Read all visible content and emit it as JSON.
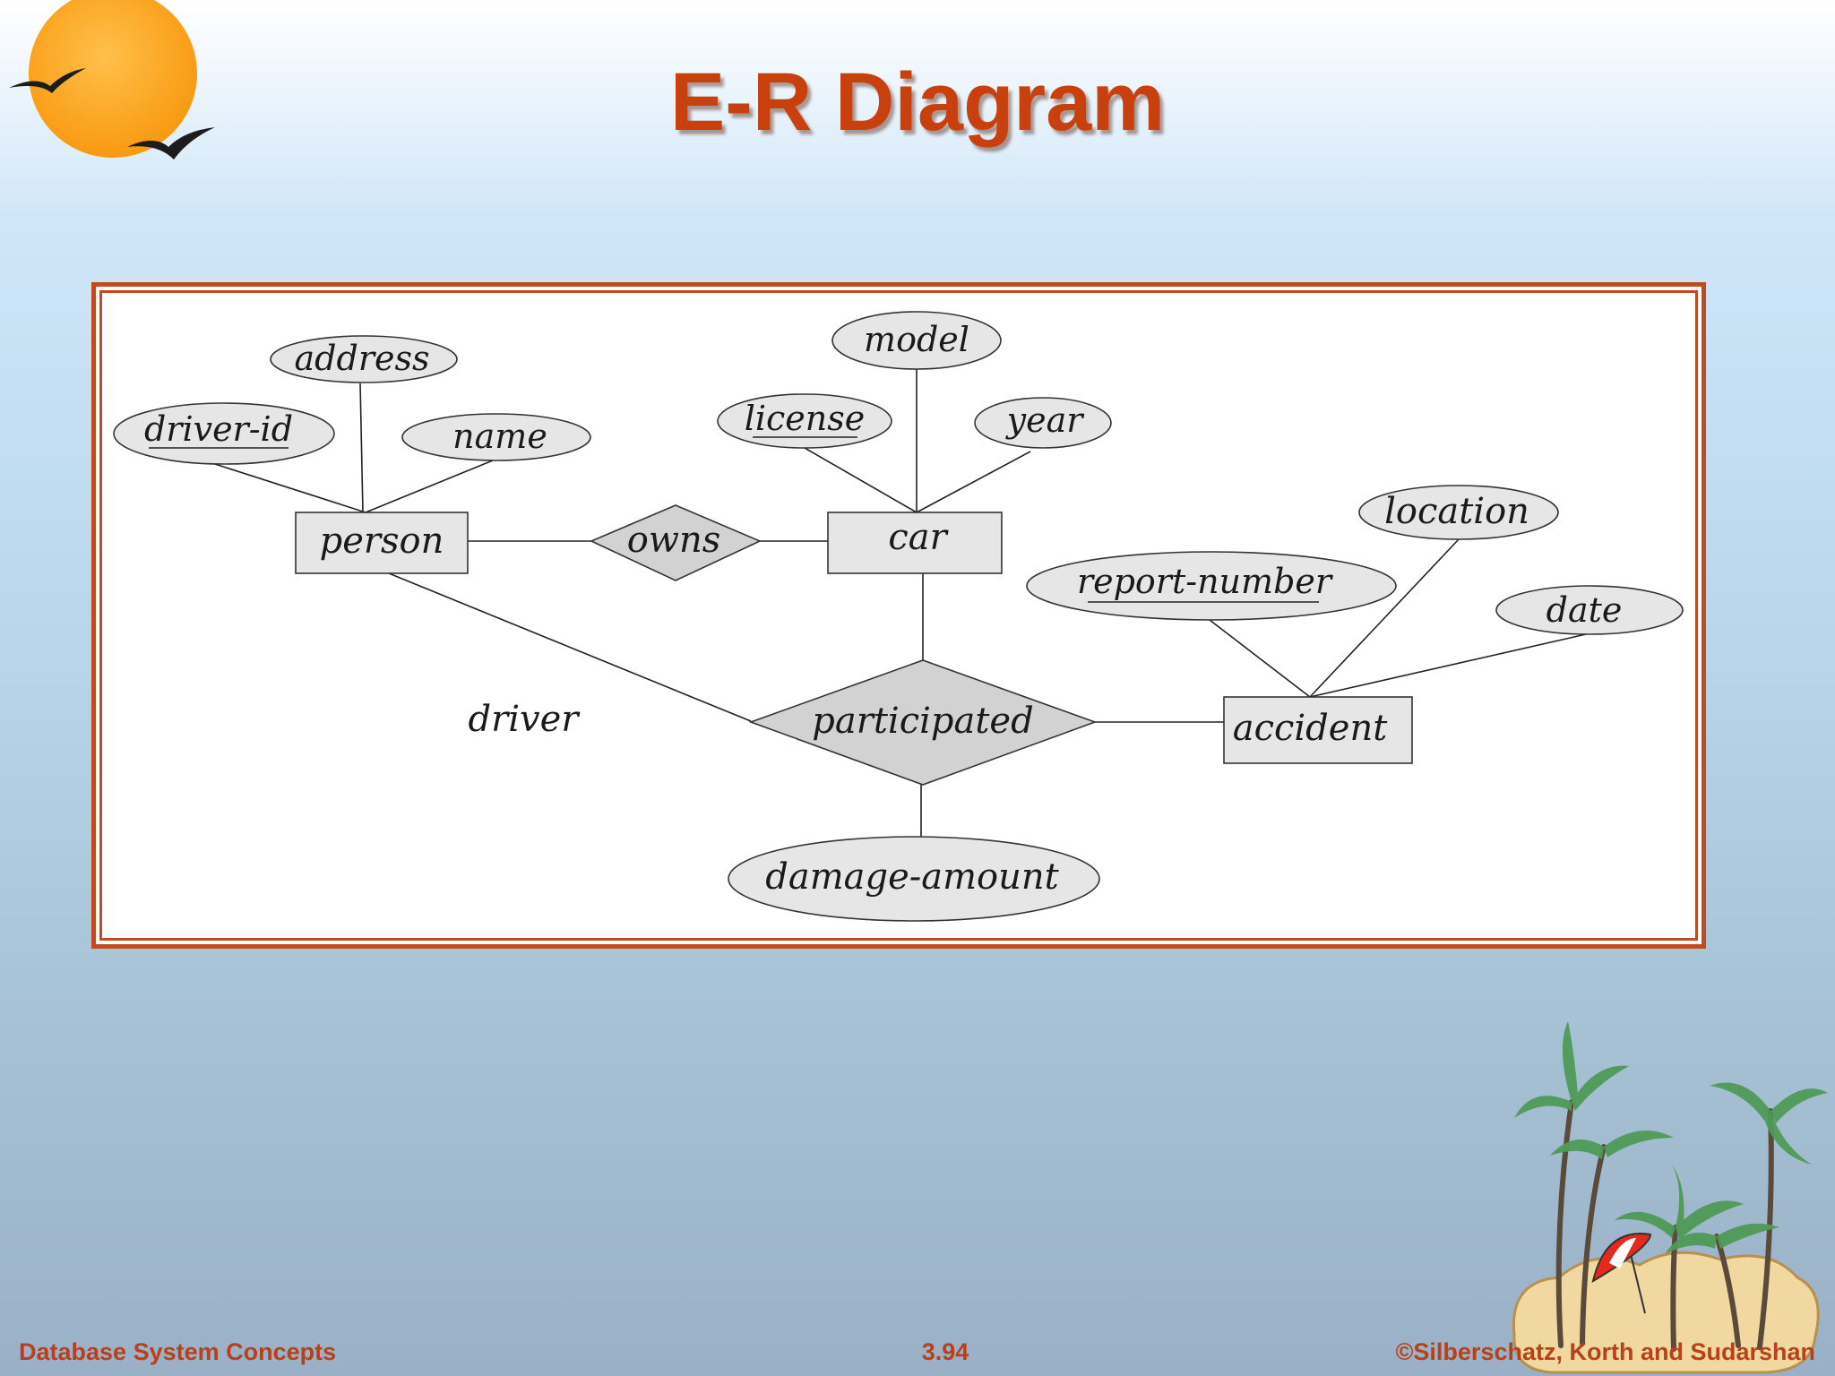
{
  "slide": {
    "title": "E-R Diagram",
    "footer_left": "Database System Concepts",
    "footer_center": "3.94",
    "footer_right": "©Silberschatz, Korth and Sudarshan"
  },
  "diagram": {
    "entities": {
      "person": "person",
      "car": "car",
      "accident": "accident"
    },
    "relationships": {
      "owns": "owns",
      "participated": "participated"
    },
    "attributes": {
      "address": "address",
      "driver_id": "driver-id",
      "name": "name",
      "model": "model",
      "license": "license",
      "year": "year",
      "location": "location",
      "report_number": "report-number",
      "date": "date",
      "damage_amount": "damage-amount"
    },
    "role_label": "driver",
    "key_attributes": [
      "driver-id",
      "license",
      "report-number"
    ]
  },
  "colors": {
    "title": "#c8400e",
    "frame": "#c24a20",
    "shape_fill": "#e6e6e6",
    "relationship_fill": "#d2d2d2",
    "footer": "#b7411a"
  },
  "icons": {
    "logo": "sun-with-birds-icon",
    "decoration": "palm-island-umbrella-icon"
  }
}
